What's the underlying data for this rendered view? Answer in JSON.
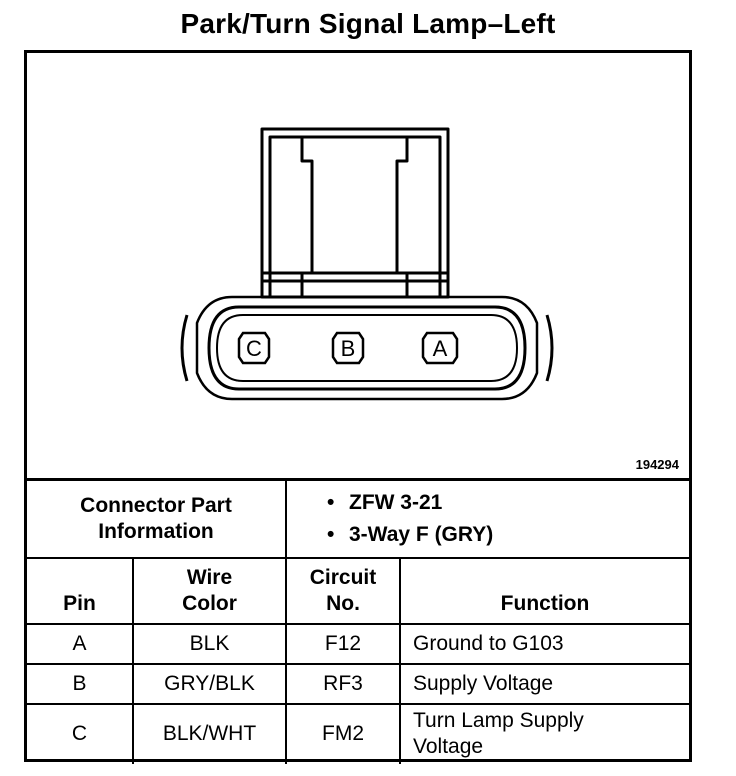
{
  "title": "Park/Turn Signal Lamp–Left",
  "figure_number": "194294",
  "connector": {
    "pins": [
      "C",
      "B",
      "A"
    ]
  },
  "connector_info": {
    "label_line1": "Connector Part",
    "label_line2": "Information",
    "items": [
      "ZFW 3-21",
      "3-Way F (GRY)"
    ]
  },
  "table": {
    "headers": {
      "pin": "Pin",
      "wire_color_1": "Wire",
      "wire_color_2": "Color",
      "circuit_1": "Circuit",
      "circuit_2": "No.",
      "function": "Function"
    },
    "rows": [
      {
        "pin": "A",
        "wire_color": "BLK",
        "circuit": "F12",
        "function_1": "Ground to G103",
        "function_2": ""
      },
      {
        "pin": "B",
        "wire_color": "GRY/BLK",
        "circuit": "RF3",
        "function_1": "Supply Voltage",
        "function_2": ""
      },
      {
        "pin": "C",
        "wire_color": "BLK/WHT",
        "circuit": "FM2",
        "function_1": "Turn Lamp Supply",
        "function_2": "Voltage"
      }
    ]
  }
}
